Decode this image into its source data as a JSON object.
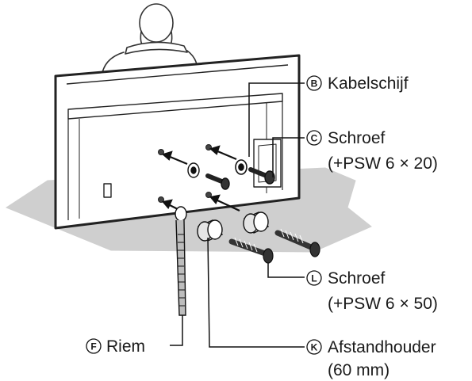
{
  "callouts": [
    {
      "id": "B",
      "letter": "B",
      "label": "Kabelschijf",
      "sub": ""
    },
    {
      "id": "C",
      "letter": "C",
      "label": "Schroef",
      "sub": "(+PSW 6 × 20)"
    },
    {
      "id": "L",
      "letter": "L",
      "label": "Schroef",
      "sub": "(+PSW 6 × 50)"
    },
    {
      "id": "F",
      "letter": "F",
      "label": "Riem",
      "sub": ""
    },
    {
      "id": "K",
      "letter": "K",
      "label": "Afstandhouder",
      "sub": "(60 mm)"
    }
  ]
}
